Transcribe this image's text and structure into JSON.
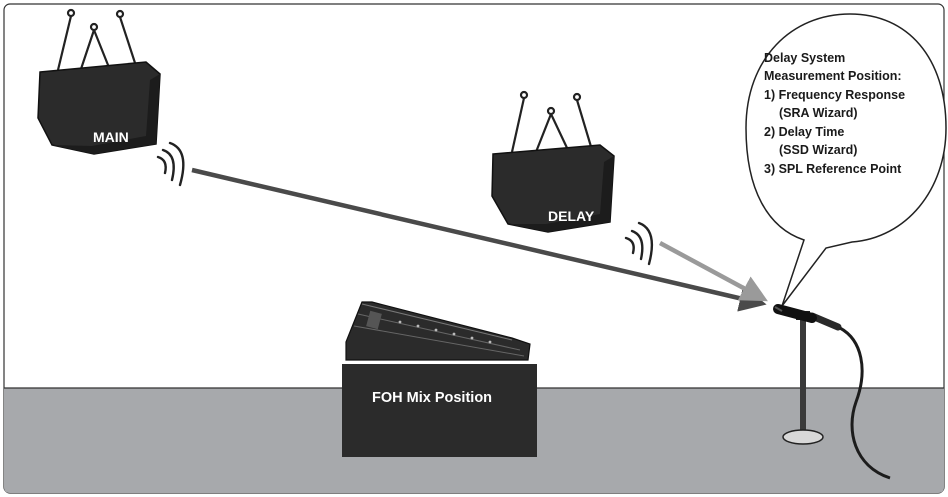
{
  "speakers": {
    "main": {
      "label": "MAIN"
    },
    "delay": {
      "label": "DELAY"
    }
  },
  "console": {
    "label": "FOH Mix Position"
  },
  "callout": {
    "lines": [
      "Delay System",
      "Measurement Position:",
      "1) Frequency Response",
      "(SRA Wizard)",
      "2) Delay Time",
      "(SSD Wizard)",
      "3) SPL Reference Point"
    ]
  },
  "colors": {
    "floor": "#a7a9ac",
    "speaker_body": "#2b2b2b",
    "main_arrow": "#4a4a4a",
    "delay_arrow": "#9a9a9a",
    "border": "#333333"
  }
}
